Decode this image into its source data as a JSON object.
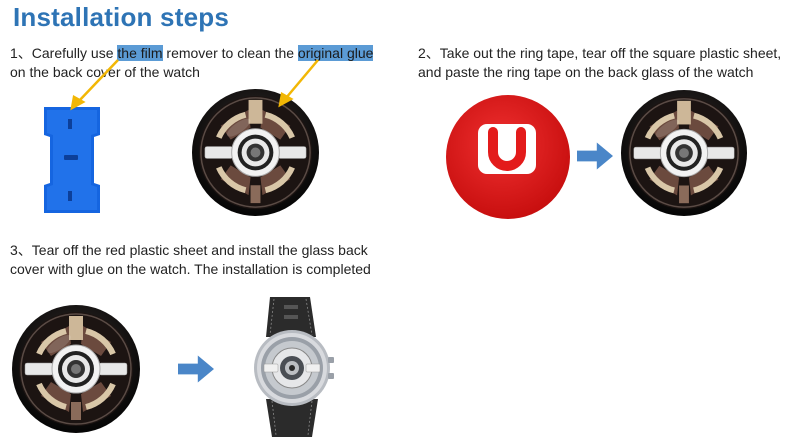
{
  "title": "Installation steps",
  "steps": [
    {
      "line1_a": "1、Carefully use ",
      "line1_hl1": "the film",
      "line1_b": " remover to clean the ",
      "line1_hl2": "original glue",
      "line2": "on the back cover of the watch"
    },
    {
      "line1": "2、Take out the ring tape, tear off the square plastic sheet,",
      "line2": "and paste the ring tape on the back glass of the watch"
    },
    {
      "line1": "3、Tear off the red plastic sheet and install the glass back",
      "line2": "cover with glue on the watch. The installation is completed"
    }
  ],
  "colors": {
    "title": "#2e74b5",
    "highlight": "#5b9bd5",
    "arrow": "#4a86c8",
    "pointer": "#f2b705",
    "film_remover": "#1565e0",
    "red_sheet": "#e31b1b"
  },
  "icons": [
    "film-remover-tool",
    "watch-back-glass",
    "red-plastic-sheet",
    "right-arrow",
    "smartwatch"
  ]
}
